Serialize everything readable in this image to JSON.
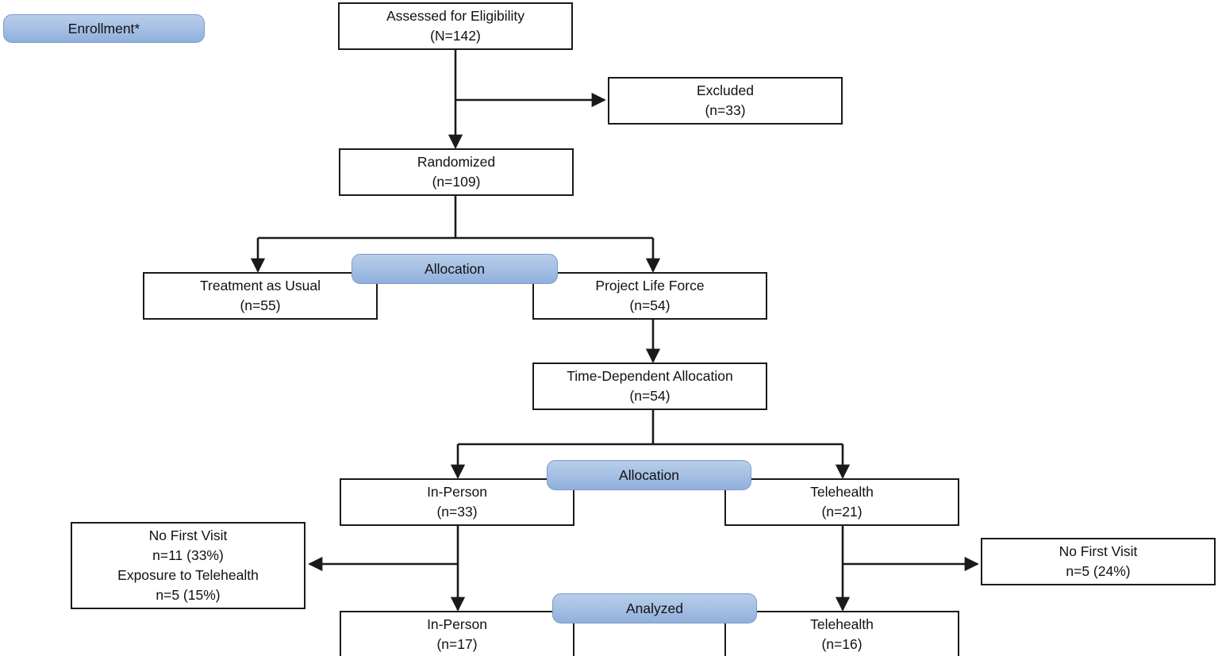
{
  "diagram": {
    "title": "CONSORT participant flow diagram",
    "stage_color": "#a7c0e4",
    "stage_border_color": "#7a9cc6",
    "box_border_color": "#1a1a1a",
    "background_color": "#ffffff"
  },
  "stages": {
    "enrollment": "Enrollment*",
    "allocation_1": "Allocation",
    "allocation_2": "Allocation",
    "analyzed": "Analyzed"
  },
  "nodes": {
    "assessed": {
      "line1": "Assessed for Eligibility",
      "line2": "(N=142)"
    },
    "excluded": {
      "line1": "Excluded",
      "line2": "(n=33)"
    },
    "randomized": {
      "line1": "Randomized",
      "line2": "(n=109)"
    },
    "tau": {
      "line1": "Treatment as Usual",
      "line2": "(n=55)"
    },
    "plf": {
      "line1": "Project Life Force",
      "line2": "(n=54)"
    },
    "time_dependent": {
      "line1": "Time-Dependent Allocation",
      "line2": "(n=54)"
    },
    "inperson_alloc": {
      "line1": "In-Person",
      "line2": "(n=33)"
    },
    "telehealth_alloc": {
      "line1": "Telehealth",
      "line2": "(n=21)"
    },
    "no_first_visit_left": {
      "line1": "No First Visit",
      "line2": "n=11 (33%)",
      "line3": "Exposure to Telehealth",
      "line4": "n=5 (15%)"
    },
    "no_first_visit_right": {
      "line1": "No First Visit",
      "line2": "n=5 (24%)"
    },
    "inperson_analyzed": {
      "line1": "In-Person",
      "line2": "(n=17)"
    },
    "telehealth_analyzed": {
      "line1": "Telehealth",
      "line2": "(n=16)"
    }
  },
  "chart_data": {
    "type": "diagram",
    "title": "CONSORT participant flow diagram",
    "nodes": [
      {
        "id": "assessed",
        "label": "Assessed for Eligibility",
        "n": 142,
        "n_label": "(N=142)",
        "stage": "Enrollment*"
      },
      {
        "id": "excluded",
        "label": "Excluded",
        "n": 33,
        "n_label": "(n=33)"
      },
      {
        "id": "randomized",
        "label": "Randomized",
        "n": 109,
        "n_label": "(n=109)"
      },
      {
        "id": "tau",
        "label": "Treatment as Usual",
        "n": 55,
        "n_label": "(n=55)",
        "stage": "Allocation"
      },
      {
        "id": "plf",
        "label": "Project Life Force",
        "n": 54,
        "n_label": "(n=54)",
        "stage": "Allocation"
      },
      {
        "id": "time_dependent",
        "label": "Time-Dependent Allocation",
        "n": 54,
        "n_label": "(n=54)"
      },
      {
        "id": "inperson_alloc",
        "label": "In-Person",
        "n": 33,
        "n_label": "(n=33)",
        "stage": "Allocation"
      },
      {
        "id": "telehealth_alloc",
        "label": "Telehealth",
        "n": 21,
        "n_label": "(n=21)",
        "stage": "Allocation"
      },
      {
        "id": "no_first_visit_left",
        "label": "No First Visit",
        "n": 11,
        "percent": "33%",
        "extra_label": "Exposure to Telehealth",
        "extra_n": 5,
        "extra_percent": "15%"
      },
      {
        "id": "no_first_visit_right",
        "label": "No First Visit",
        "n": 5,
        "percent": "24%"
      },
      {
        "id": "inperson_analyzed",
        "label": "In-Person",
        "n": 17,
        "n_label": "(n=17)",
        "stage": "Analyzed"
      },
      {
        "id": "telehealth_analyzed",
        "label": "Telehealth",
        "n": 16,
        "n_label": "(n=16)",
        "stage": "Analyzed"
      }
    ],
    "edges": [
      {
        "from": "assessed",
        "to": "excluded",
        "direction": "right"
      },
      {
        "from": "assessed",
        "to": "randomized",
        "direction": "down"
      },
      {
        "from": "randomized",
        "to": "tau",
        "direction": "down-left"
      },
      {
        "from": "randomized",
        "to": "plf",
        "direction": "down-right"
      },
      {
        "from": "plf",
        "to": "time_dependent",
        "direction": "down"
      },
      {
        "from": "time_dependent",
        "to": "inperson_alloc",
        "direction": "down-left"
      },
      {
        "from": "time_dependent",
        "to": "telehealth_alloc",
        "direction": "down-right"
      },
      {
        "from": "inperson_alloc",
        "to": "no_first_visit_left",
        "direction": "left"
      },
      {
        "from": "inperson_alloc",
        "to": "inperson_analyzed",
        "direction": "down"
      },
      {
        "from": "telehealth_alloc",
        "to": "no_first_visit_right",
        "direction": "right"
      },
      {
        "from": "telehealth_alloc",
        "to": "telehealth_analyzed",
        "direction": "down"
      }
    ]
  }
}
